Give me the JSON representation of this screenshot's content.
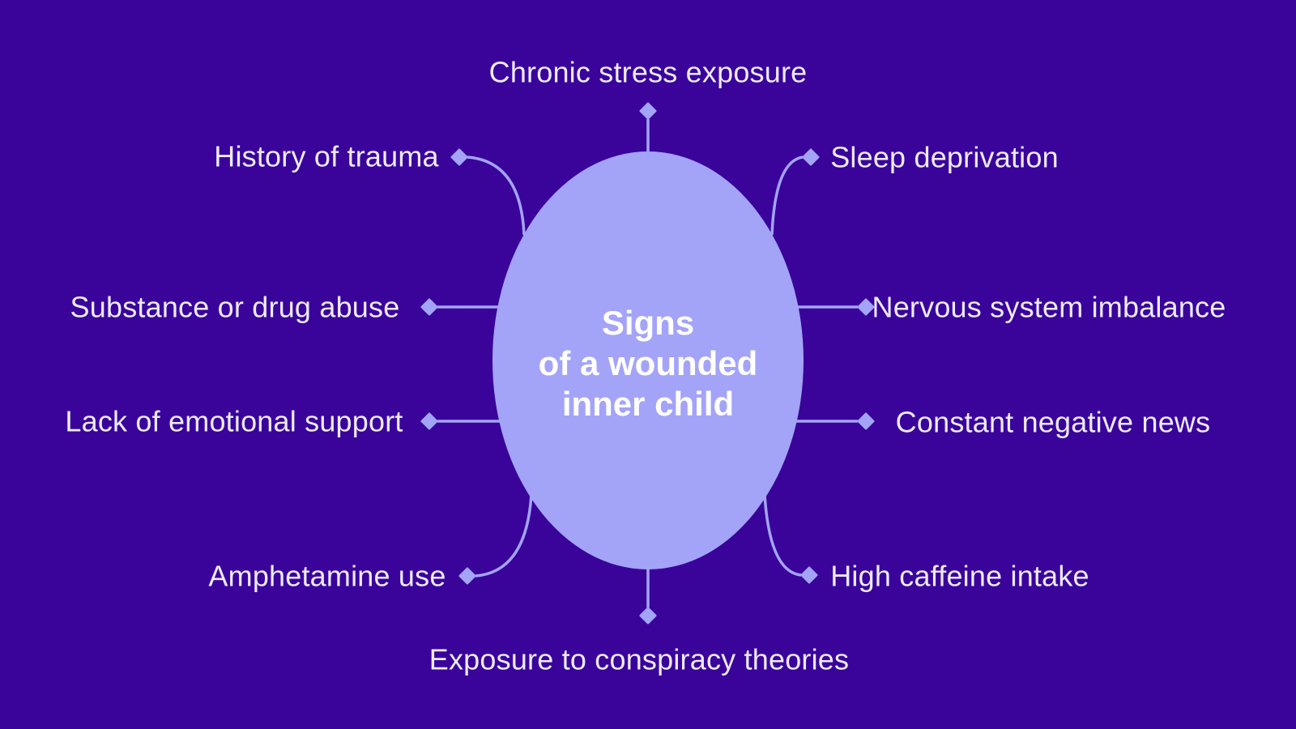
{
  "title": {
    "line1": "Signs",
    "line2": "of a wounded",
    "line3": "inner child"
  },
  "labels": [
    {
      "text": "Chronic stress exposure"
    },
    {
      "text": "History of trauma"
    },
    {
      "text": "Sleep deprivation"
    },
    {
      "text": "Substance or drug abuse"
    },
    {
      "text": "Nervous system imbalance"
    },
    {
      "text": "Lack of emotional support"
    },
    {
      "text": "Constant negative news"
    },
    {
      "text": "Amphetamine use"
    },
    {
      "text": "High caffeine intake"
    },
    {
      "text": "Exposure to conspiracy theories"
    }
  ],
  "marker_shape": "diamond",
  "colors": {
    "background": "#3A049B",
    "shape": "#A3A4F8",
    "label_text": "#EDEBF9",
    "title_text": "#FFFFFF"
  }
}
